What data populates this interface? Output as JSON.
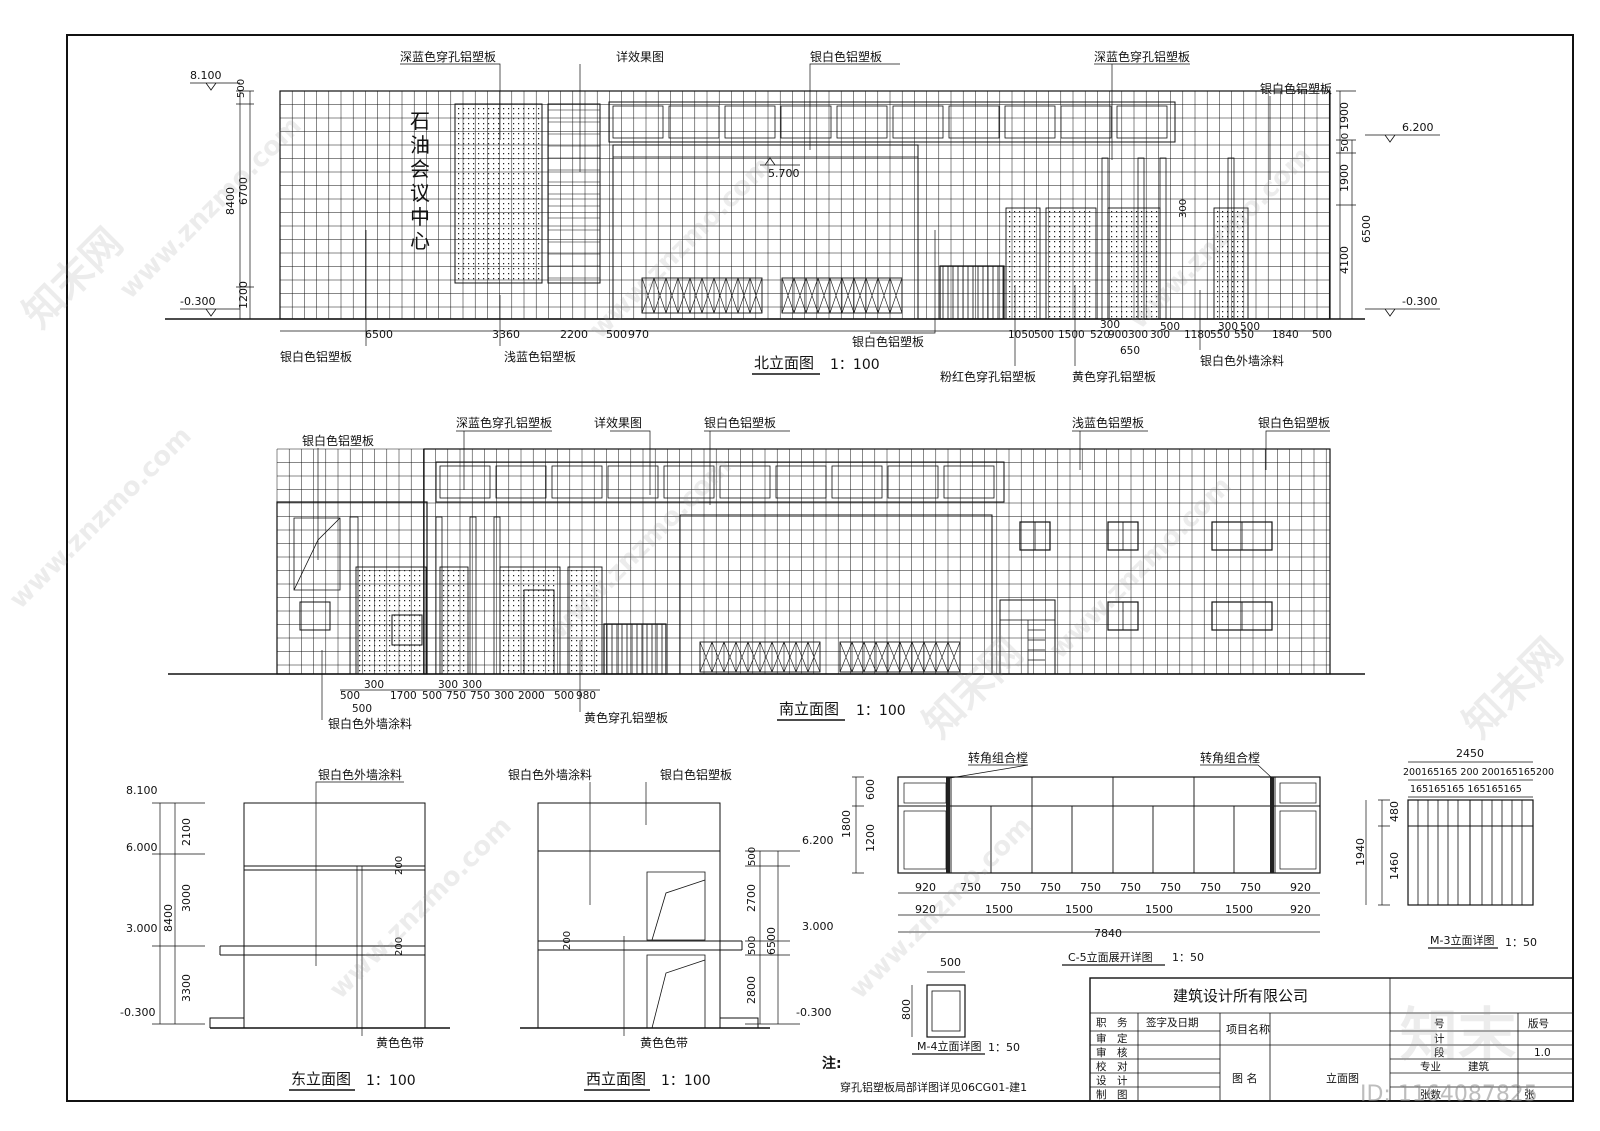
{
  "north": {
    "title": "北立面图",
    "scale": "1：100",
    "levels": {
      "top": "8.100",
      "mid": "6.200",
      "low": "-0.300",
      "low2": "-0.300",
      "canopy": "5.700"
    },
    "left_dims": [
      "500",
      "6700",
      "8400",
      "1200"
    ],
    "right_dims": [
      "1900",
      "500",
      "1900",
      "6500",
      "4100"
    ],
    "bottom_dims_left": [
      "6500",
      "3360",
      "2200",
      "500",
      "970"
    ],
    "bottom_dims_right": [
      "1050",
      "500",
      "1500",
      "520",
      "900",
      "300",
      "300",
      "1180",
      "550",
      "550",
      "1840",
      "500"
    ],
    "bottom_dims_extra": [
      "300",
      "650",
      "500",
      "300",
      "500"
    ],
    "vertical_text": [
      "石",
      "油",
      "会",
      "议",
      "中",
      "心"
    ],
    "labels": [
      "深蓝色穿孔铝塑板",
      "详效果图",
      "银白色铝塑板",
      "深蓝色穿孔铝塑板",
      "银白色铝塑板",
      "银白色铝塑板",
      "浅蓝色铝塑板",
      "银白色铝塑板",
      "粉红色穿孔铝塑板",
      "黄色穿孔铝塑板",
      "银白色外墙涂料"
    ],
    "small_dim": "300"
  },
  "south": {
    "title": "南立面图",
    "scale": "1：100",
    "labels": [
      "银白色铝塑板",
      "深蓝色穿孔铝塑板",
      "详效果图",
      "银白色铝塑板",
      "浅蓝色铝塑板",
      "银白色铝塑板",
      "银白色外墙涂料",
      "黄色穿孔铝塑板"
    ],
    "dims_row1": [
      "300",
      "300",
      "300"
    ],
    "dims_row2": [
      "500",
      "1700",
      "500",
      "750",
      "750",
      "300",
      "2000",
      "500",
      "980"
    ],
    "dims_row3": [
      "500"
    ]
  },
  "east": {
    "title": "东立面图",
    "scale": "1：100",
    "levels": [
      "8.100",
      "6.000",
      "3.000",
      "-0.300"
    ],
    "dims": [
      "2100",
      "3000",
      "8400",
      "3300"
    ],
    "small": [
      "200",
      "200"
    ],
    "labels": [
      "银白色外墙涂料",
      "黄色色带"
    ]
  },
  "west": {
    "title": "西立面图",
    "scale": "1：100",
    "levels": [
      "6.200",
      "3.000",
      "-0.300"
    ],
    "dims": [
      "500",
      "2700",
      "6500",
      "500",
      "2800"
    ],
    "small": [
      "200"
    ],
    "labels": [
      "银白色外墙涂料",
      "银白色铝塑板",
      "黄色色带"
    ]
  },
  "c5": {
    "title": "C-5立面展开详图",
    "scale": "1：50",
    "labels": [
      "转角组合樘",
      "转角组合樘"
    ],
    "left_dims": [
      "600",
      "1800",
      "1200"
    ],
    "row1": [
      "920",
      "750",
      "750",
      "750",
      "750",
      "750",
      "750",
      "750",
      "750",
      "920"
    ],
    "row2": [
      "920",
      "1500",
      "1500",
      "1500",
      "1500",
      "920"
    ],
    "total": "7840"
  },
  "m3": {
    "title": "M-3立面详图",
    "scale": "1：50",
    "top": "2450",
    "row1": "200165165 200 200165165200",
    "row2": "165165165  165165165",
    "left_dims": [
      "480",
      "1940",
      "1460"
    ]
  },
  "m4": {
    "title": "M-4立面详图",
    "scale": "1：50",
    "w": "500",
    "h": "800"
  },
  "note": {
    "head": "注:",
    "body": "穿孔铝塑板局部详图详见06CG01-建1"
  },
  "titleblock": {
    "company": "建筑设计所有限公司",
    "rows": [
      "职　务",
      "审　定",
      "审　核",
      "校　对",
      "设　计",
      "制　图"
    ],
    "sign": "签字及日期",
    "project": "项目名称",
    "figname": "图 名",
    "figvalue": "立面图",
    "r_no": "号",
    "r_plan": "计",
    "r_phase": "段",
    "version_h": "版号",
    "version": "1.0",
    "major_h": "专业",
    "major": "建筑",
    "sheet_h": "张数",
    "sheet": "张"
  },
  "watermark": {
    "logo": "知末",
    "id": "ID: 1164087825",
    "site": "www.znzmo.com",
    "brand": "知末网"
  }
}
